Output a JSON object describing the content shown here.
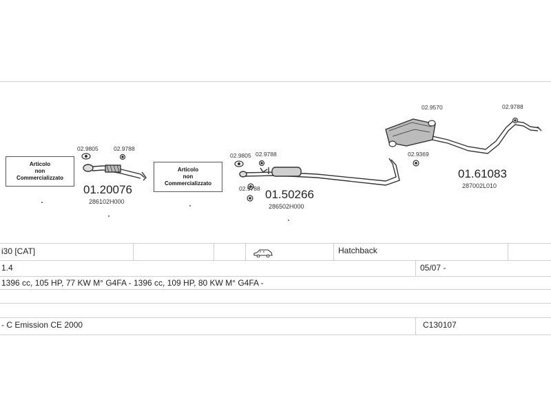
{
  "diagram": {
    "not_marketed_box_1": [
      "Articolo",
      "non",
      "Commercializzato"
    ],
    "not_marketed_box_2": [
      "Articolo",
      "non",
      "Commercializzato"
    ],
    "parts": [
      {
        "number": "01.20076",
        "oem": "286102H000"
      },
      {
        "number": "01.50266",
        "oem": "286502H000"
      },
      {
        "number": "01.61083",
        "oem": "287002L010"
      }
    ],
    "small_codes": {
      "a": "02.9805",
      "b": "02.9788",
      "c": "02.9805",
      "d": "02.9788",
      "e": "02.9788",
      "f": "02.9570",
      "g": "02.9369",
      "h": "02.9788"
    }
  },
  "table": {
    "model": "i30  [CAT]",
    "body": "Hatchback",
    "engine": "1.4",
    "date": "05/07 -",
    "specs": "1396 cc, 105 HP, 77 KW M° G4FA - 1396 cc, 109 HP, 80 KW M° G4FA -",
    "emission": "- C Emission CE 2000",
    "code": "C130107"
  }
}
